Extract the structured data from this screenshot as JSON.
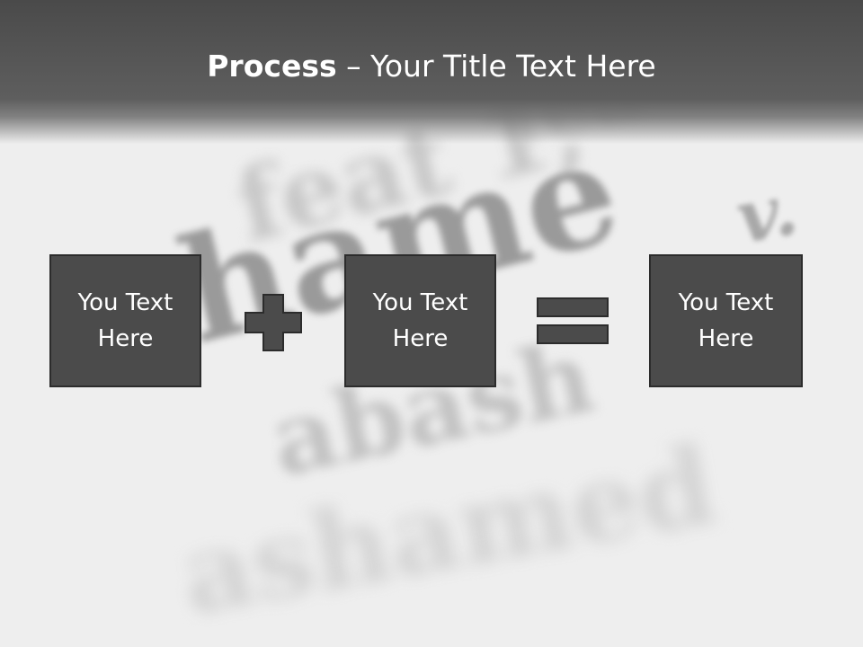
{
  "title": {
    "bold": "Process",
    "rest": " – Your Title Text Here"
  },
  "background_words": [
    "feat 1,",
    "shame",
    "abash",
    "v.",
    "ashamed",
    "fea"
  ],
  "boxes": [
    {
      "text": "You Text Here"
    },
    {
      "text": "You Text Here"
    },
    {
      "text": "You Text Here"
    }
  ],
  "operators": {
    "first": "plus-icon",
    "second": "equals-icon"
  },
  "colors": {
    "header": "#4a4a4a",
    "box_fill": "#4b4b4b",
    "box_border": "#2c2c2c",
    "text": "#ffffff"
  }
}
